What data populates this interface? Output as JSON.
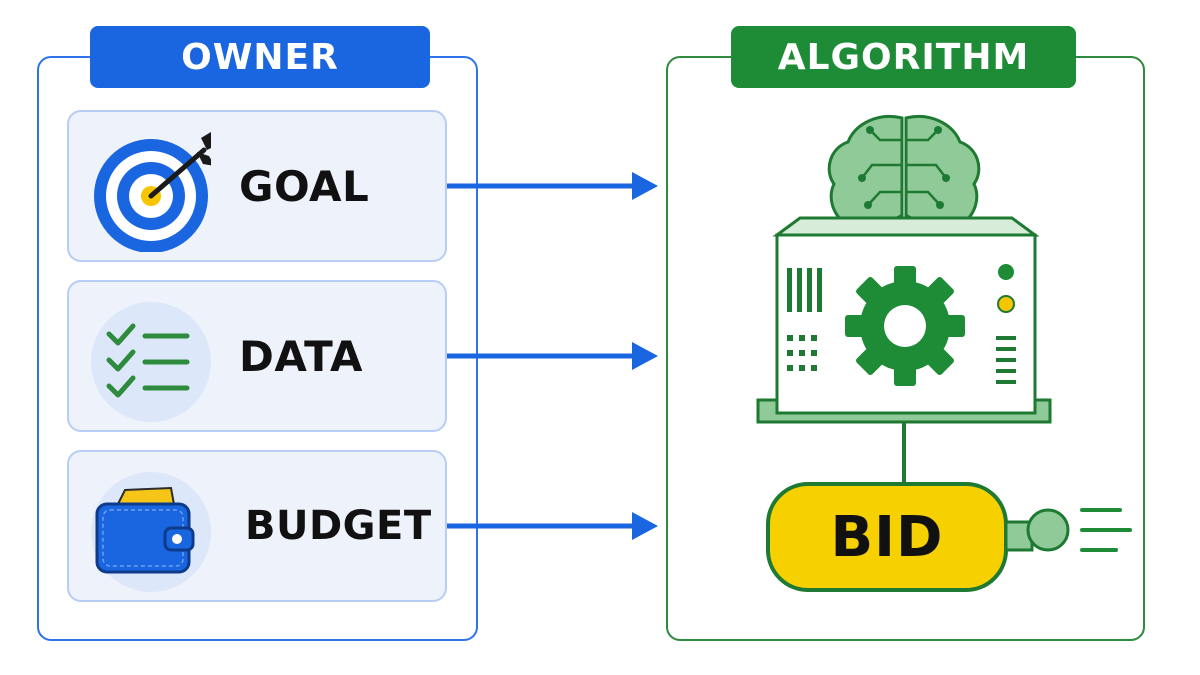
{
  "owner": {
    "label": "OWNER",
    "items": [
      {
        "label": "GOAL",
        "icon": "target-icon"
      },
      {
        "label": "DATA",
        "icon": "checklist-icon"
      },
      {
        "label": "BUDGET",
        "icon": "wallet-icon"
      }
    ]
  },
  "algorithm": {
    "label": "ALGORITHM",
    "icon": "brain-machine-icon",
    "output_label": "BID"
  },
  "colors": {
    "owner_blue": "#1a66e0",
    "algorithm_green": "#1e8b36",
    "bid_yellow": "#f7d000",
    "arrow_blue": "#1a66e0"
  }
}
